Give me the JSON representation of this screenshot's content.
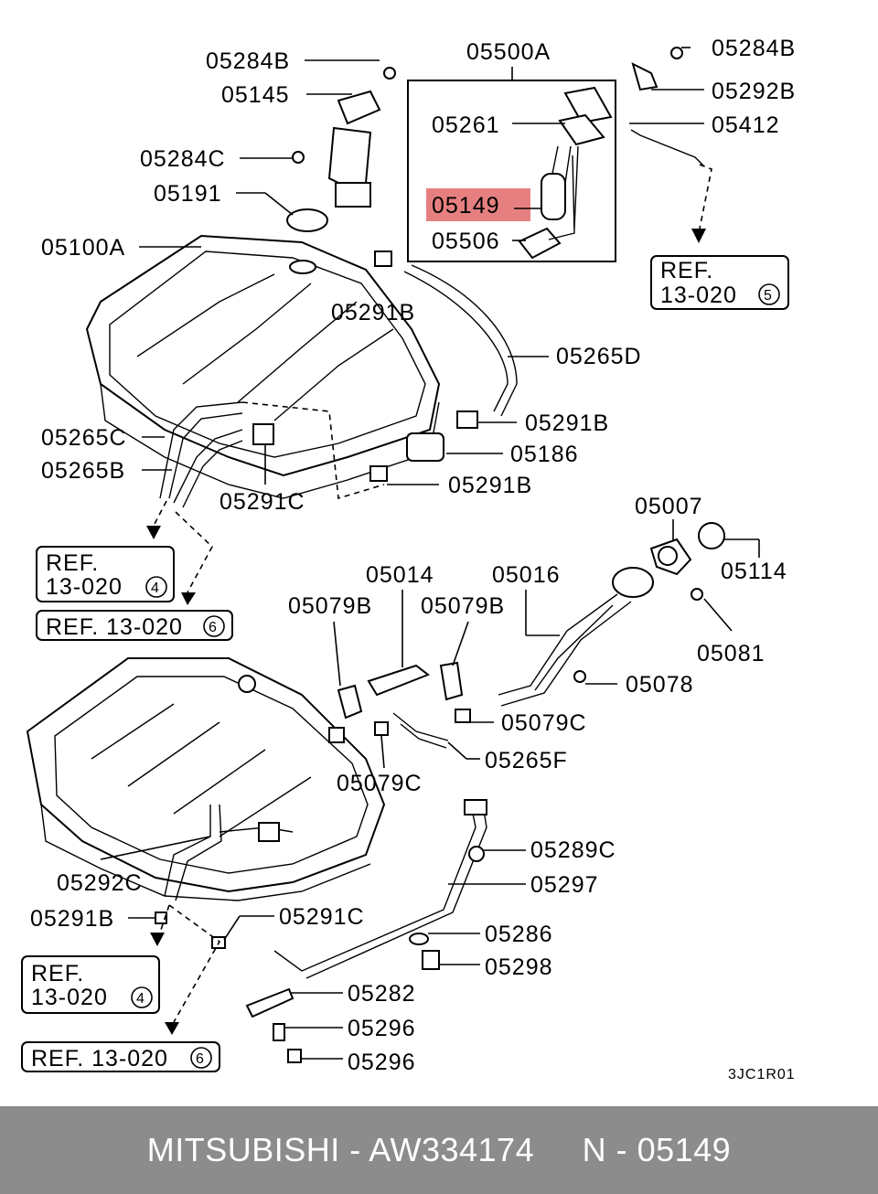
{
  "labels": {
    "l05284B_a": "05284B",
    "l05145": "05145",
    "l05500A": "05500A",
    "l05284B_b": "05284B",
    "l05292B": "05292B",
    "l05261": "05261",
    "l05412": "05412",
    "l05284C": "05284C",
    "l05191": "05191",
    "l05149": "05149",
    "l05506": "05506",
    "l05100A": "05100A",
    "l05291B_a": "05291B",
    "l05265D": "05265D",
    "l05291B_b": "05291B",
    "l05265C": "05265C",
    "l05186": "05186",
    "l05265B": "05265B",
    "l05291B_c": "05291B",
    "l05291C_a": "05291C",
    "l05007": "05007",
    "l05014": "05014",
    "l05016": "05016",
    "l05114": "05114",
    "l05079B_a": "05079B",
    "l05079B_b": "05079B",
    "l05081": "05081",
    "l05078": "05078",
    "l05079C_a": "05079C",
    "l05265F": "05265F",
    "l05079C_b": "05079C",
    "l05289C": "05289C",
    "l05292C": "05292C",
    "l05297": "05297",
    "l05291B_d": "05291B",
    "l05291C_b": "05291C",
    "l05286": "05286",
    "l05298": "05298",
    "l05282": "05282",
    "l05296_a": "05296",
    "l05296_b": "05296",
    "code": "3JC1R01"
  },
  "refs": {
    "r1_line1": "REF.",
    "r1_line2": "13-020",
    "r1_circ": "5",
    "r2_line1": "REF.",
    "r2_line2": "13-020",
    "r2_circ": "4",
    "r3_line1": "REF. 13-020",
    "r3_circ": "6",
    "r4_line1": "REF.",
    "r4_line2": "13-020",
    "r4_circ": "4",
    "r5_line1": "REF. 13-020",
    "r5_circ": "6"
  },
  "footer": {
    "text": "MITSUBISHI - AW334174     N - 05149"
  },
  "colors": {
    "highlight": "#e68080",
    "footer_bg": "#8c8c8c"
  }
}
